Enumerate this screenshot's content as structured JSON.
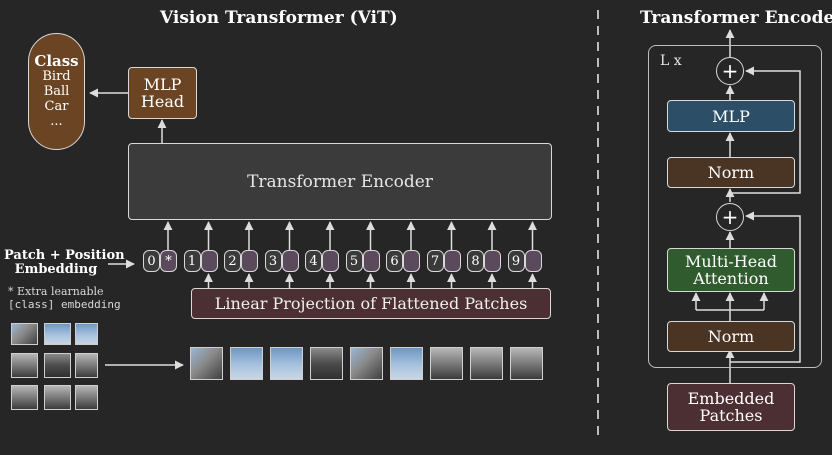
{
  "vit": {
    "title": "Vision Transformer (ViT)",
    "class_box": {
      "head": "Class",
      "items": [
        "Bird",
        "Ball",
        "Car",
        "..."
      ]
    },
    "mlp_head": [
      "MLP",
      "Head"
    ],
    "encoder": "Transformer Encoder",
    "embedding_label": [
      "Patch + Position",
      "Embedding"
    ],
    "note": [
      "* Extra learnable",
      "[class] embedding"
    ],
    "tokens": [
      {
        "num": "0",
        "emb": "*"
      },
      {
        "num": "1",
        "emb": ""
      },
      {
        "num": "2",
        "emb": ""
      },
      {
        "num": "3",
        "emb": ""
      },
      {
        "num": "4",
        "emb": ""
      },
      {
        "num": "5",
        "emb": ""
      },
      {
        "num": "6",
        "emb": ""
      },
      {
        "num": "7",
        "emb": ""
      },
      {
        "num": "8",
        "emb": ""
      },
      {
        "num": "9",
        "emb": ""
      }
    ],
    "projection": "Linear Projection of Flattened Patches"
  },
  "encoder_detail": {
    "title": "Transformer Encoder",
    "repeat": "L x",
    "mlp": "MLP",
    "norm_top": "Norm",
    "mha": [
      "Multi-Head",
      "Attention"
    ],
    "norm_bottom": "Norm",
    "input": [
      "Embedded",
      "Patches"
    ],
    "plus": "+"
  },
  "colors": {
    "background": "#262626",
    "brown": "#6b4424",
    "encoder_gray": "#3b3b3b",
    "projection": "#4b2f33",
    "mlp_blue": "#2c4e66",
    "mha_green": "#2f5b2f",
    "norm_brown": "#4a3524"
  }
}
